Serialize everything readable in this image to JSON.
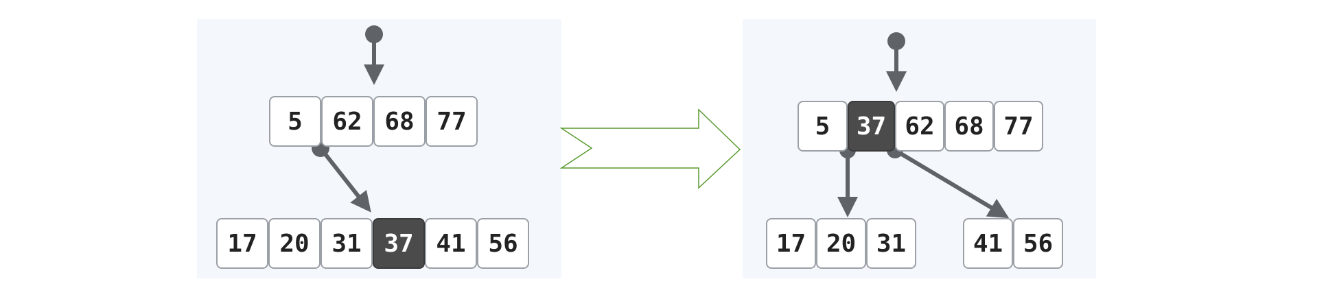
{
  "diagram": {
    "before": {
      "root_keys": [
        "5",
        "62",
        "68",
        "77"
      ],
      "child_keys": [
        "17",
        "20",
        "31",
        "37",
        "41",
        "56"
      ],
      "highlighted_key": "37"
    },
    "after": {
      "root_keys": [
        "5",
        "37",
        "62",
        "68",
        "77"
      ],
      "left_child_keys": [
        "17",
        "20",
        "31"
      ],
      "right_child_keys": [
        "41",
        "56"
      ],
      "highlighted_key": "37"
    }
  },
  "colors": {
    "panel_background": "#f4f7fc",
    "node_border": "#9aa0a6",
    "highlight_fill": "#4b4b4b",
    "pointer": "#5f6368",
    "transition_arrow": "#5a9a2f"
  },
  "icons": {
    "pointer": "pointer-arrow-icon",
    "transition": "chevron-arrow-icon"
  }
}
